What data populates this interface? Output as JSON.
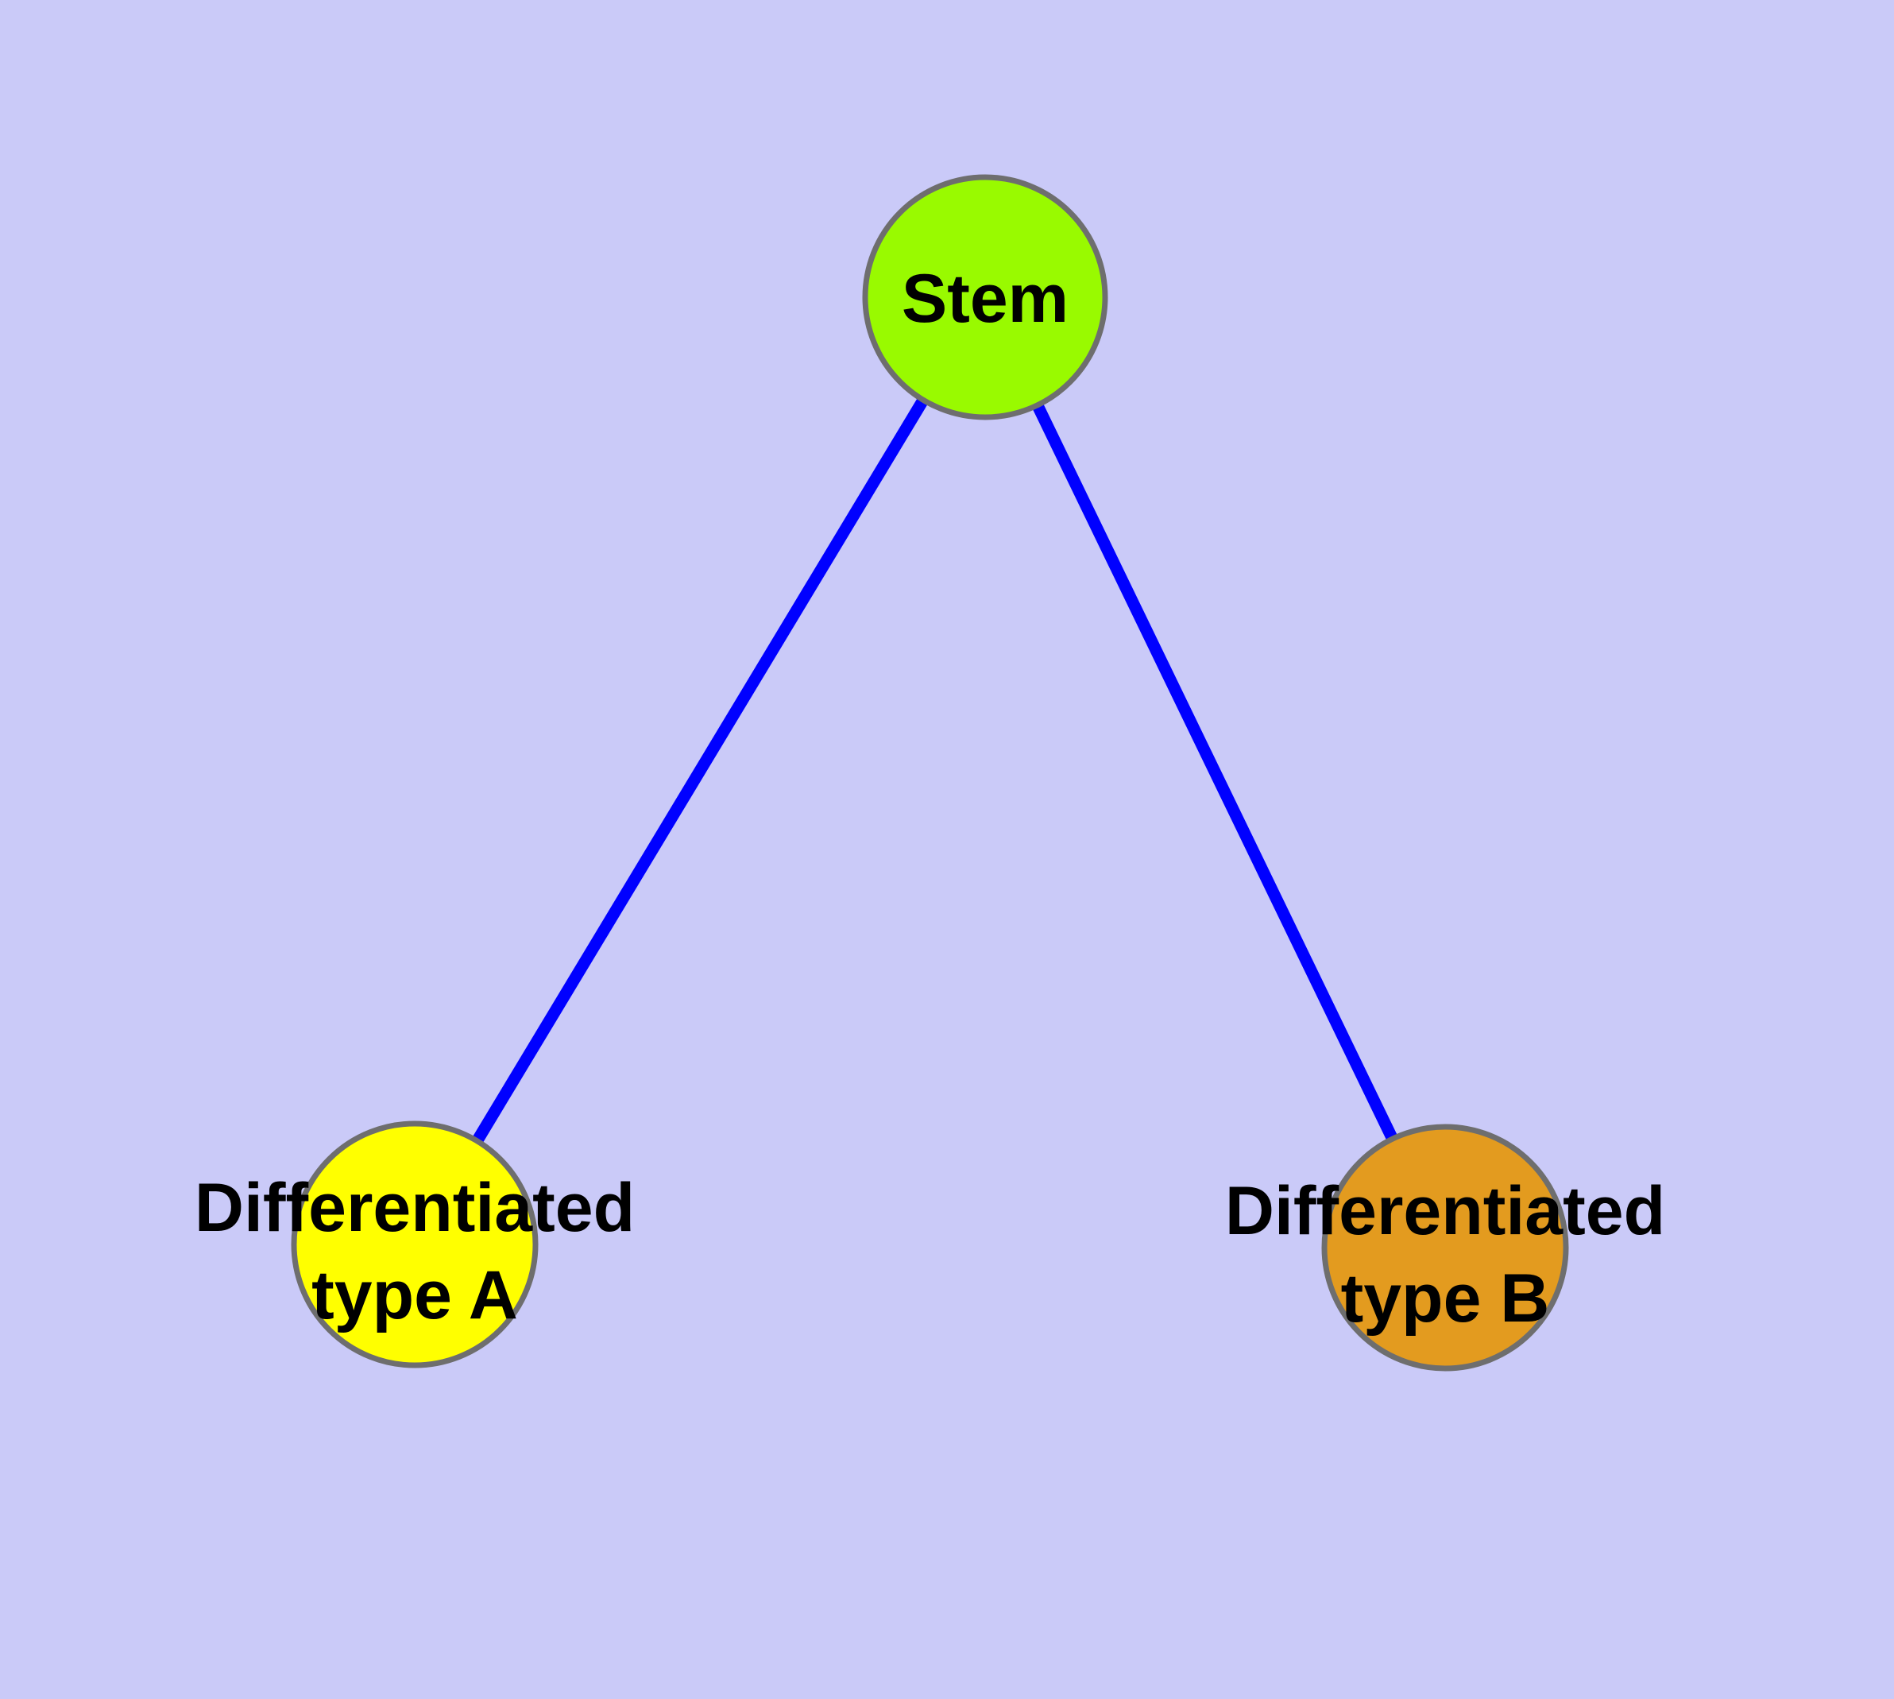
{
  "diagram": {
    "type": "graph",
    "background_color": "#CACAF8",
    "edge_color": "#0000FF",
    "node_border_color": "#6E6E6E",
    "text_color": "#000000",
    "nodes": [
      {
        "id": "stem",
        "label": "Stem",
        "label_line1": "Stem",
        "label_line2": "",
        "fill": "#99FA00"
      },
      {
        "id": "type_a",
        "label": "Differentiated type A",
        "label_line1": "Differentiated",
        "label_line2": "type A",
        "fill": "#FFFF00"
      },
      {
        "id": "type_b",
        "label": "Differentiated type B",
        "label_line1": "Differentiated",
        "label_line2": "type B",
        "fill": "#E39B1F"
      }
    ],
    "edges": [
      {
        "from": "Stem",
        "to": "Differentiated type A"
      },
      {
        "from": "Stem",
        "to": "Differentiated type B"
      }
    ]
  }
}
